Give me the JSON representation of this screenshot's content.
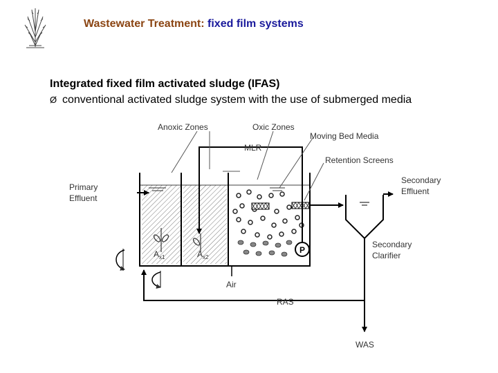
{
  "slide": {
    "title_part1": "Wastewater Treatment:",
    "title_part2": "fixed film systems",
    "heading": "Integrated fixed film activated sludge (IFAS)",
    "bullet_marker": "Ø",
    "bullet_text": "conventional activated sludge system with the use of submerged media"
  },
  "diagram": {
    "labels": {
      "anoxic_zones": "Anoxic Zones",
      "oxic_zones": "Oxic Zones",
      "moving_bed_media": "Moving Bed Media",
      "mlr": "MLR",
      "retention_screens": "Retention Screens",
      "primary_effluent_1": "Primary",
      "primary_effluent_2": "Effluent",
      "secondary_effluent_1": "Secondary",
      "secondary_effluent_2": "Effluent",
      "secondary_clarifier_1": "Secondary",
      "secondary_clarifier_2": "Clarifier",
      "ax1_main": "A",
      "ax1_sub": "x1",
      "ax2_main": "A",
      "ax2_sub": "x2",
      "pump": "P",
      "air": "Air",
      "ras": "RAS",
      "was": "WAS"
    }
  }
}
